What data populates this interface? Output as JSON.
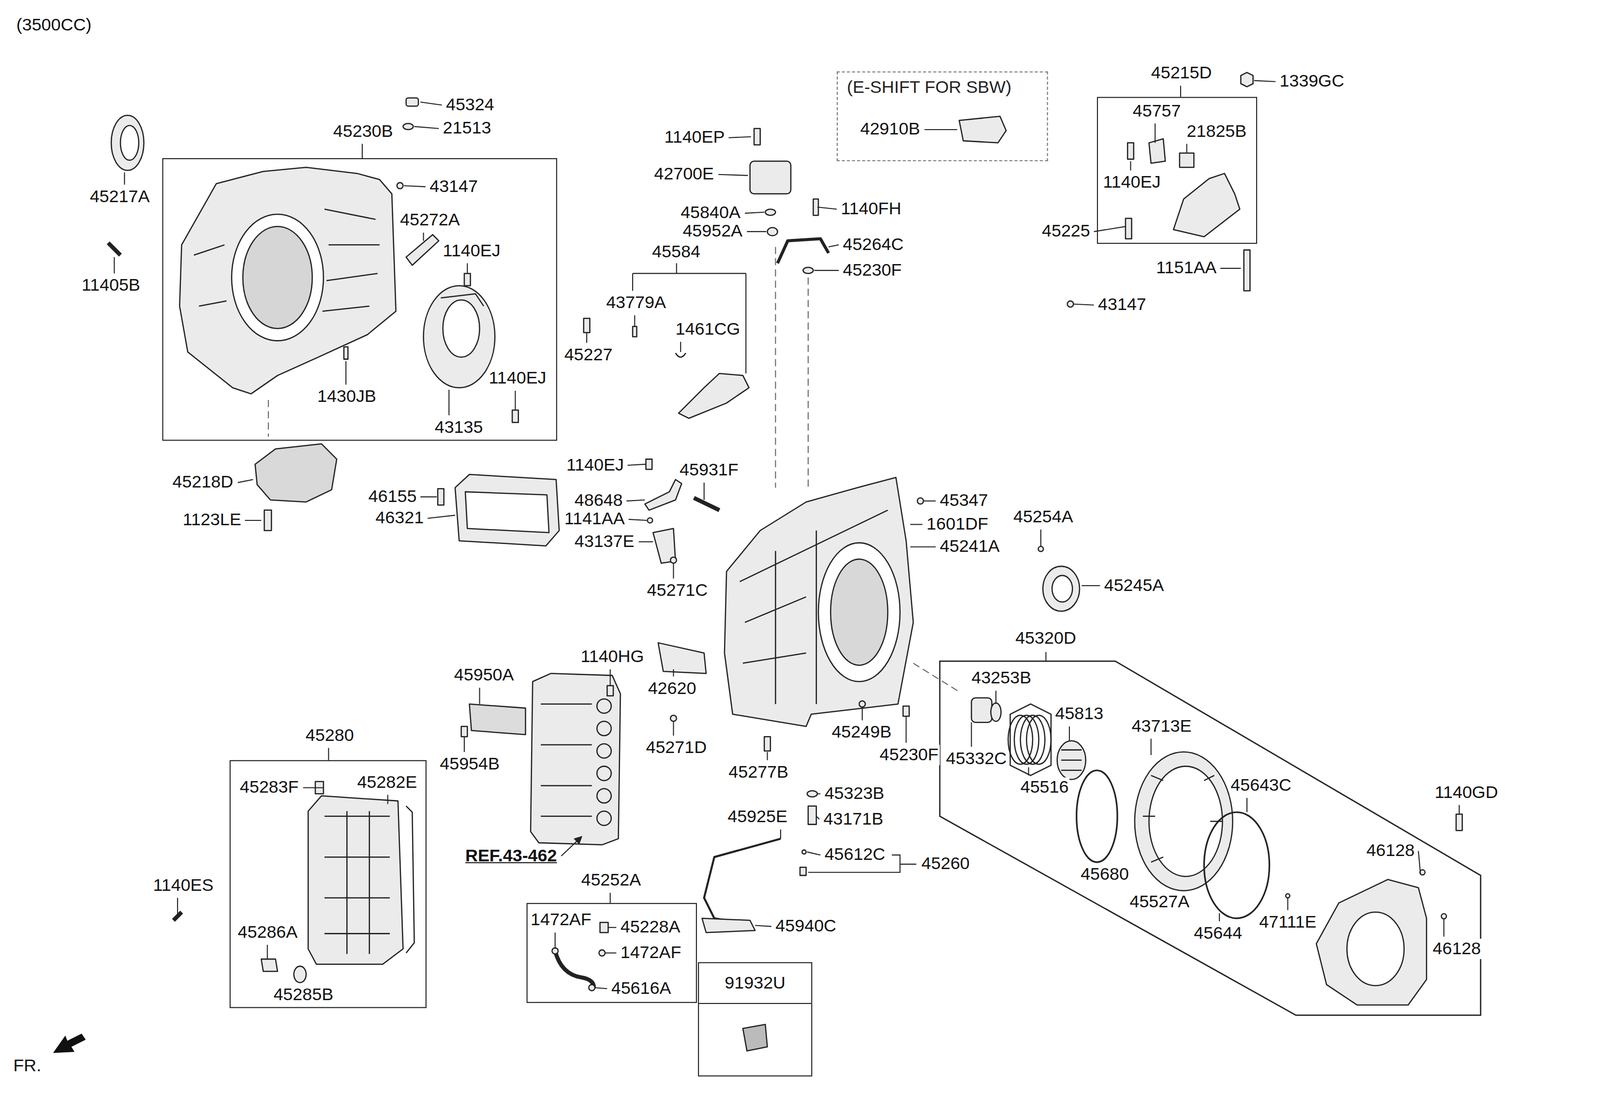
{
  "diagram": {
    "nodes": [
      {
        "text": [
          "45230B"
        ]
      },
      {
        "text": [
          "(E-SHIFT FOR SBW)"
        ]
      },
      {
        "text": [
          "45215D"
        ]
      },
      {
        "text": [
          "45320D"
        ]
      },
      {
        "text": [
          "45280"
        ]
      },
      {
        "text": [
          "45252A"
        ]
      },
      {
        "text": [
          "91932U"
        ]
      }
    ],
    "labels": [
      "(3500CC)",
      "45324",
      "21513",
      "43147",
      "45272A",
      "1140EJ",
      "45217A",
      "11405B",
      "1430JB",
      "1140EJ",
      "43135",
      "45218D",
      "1123LE",
      "46155",
      "46321",
      "1140EP",
      "42700E",
      "45840A",
      "45952A",
      "45584",
      "43779A",
      "1461CG",
      "45227",
      "1140FH",
      "45264C",
      "45230F",
      "42910B",
      "1339GC",
      "45757",
      "21825B",
      "1140EJ",
      "45225",
      "1151AA",
      "43147",
      "1140EJ",
      "45931F",
      "48648",
      "1141AA",
      "43137E",
      "45271C",
      "45347",
      "1601DF",
      "45254A",
      "45241A",
      "45245A",
      "43253B",
      "45813",
      "43713E",
      "45332C",
      "45516",
      "45643C",
      "1140GD",
      "46128",
      "45680",
      "45527A",
      "45644",
      "47111E",
      "46128",
      "1140HG",
      "45950A",
      "42620",
      "45954B",
      "45271D",
      "45249B",
      "45230F",
      "45277B",
      "45323B",
      "43171B",
      "45925E",
      "REF.43-462",
      "45612C",
      "45260",
      "45283F",
      "45282E",
      "1140ES",
      "45286A",
      "45285B",
      "1472AF",
      "45228A",
      "1472AF",
      "45616A",
      "45940C",
      "FR."
    ]
  }
}
